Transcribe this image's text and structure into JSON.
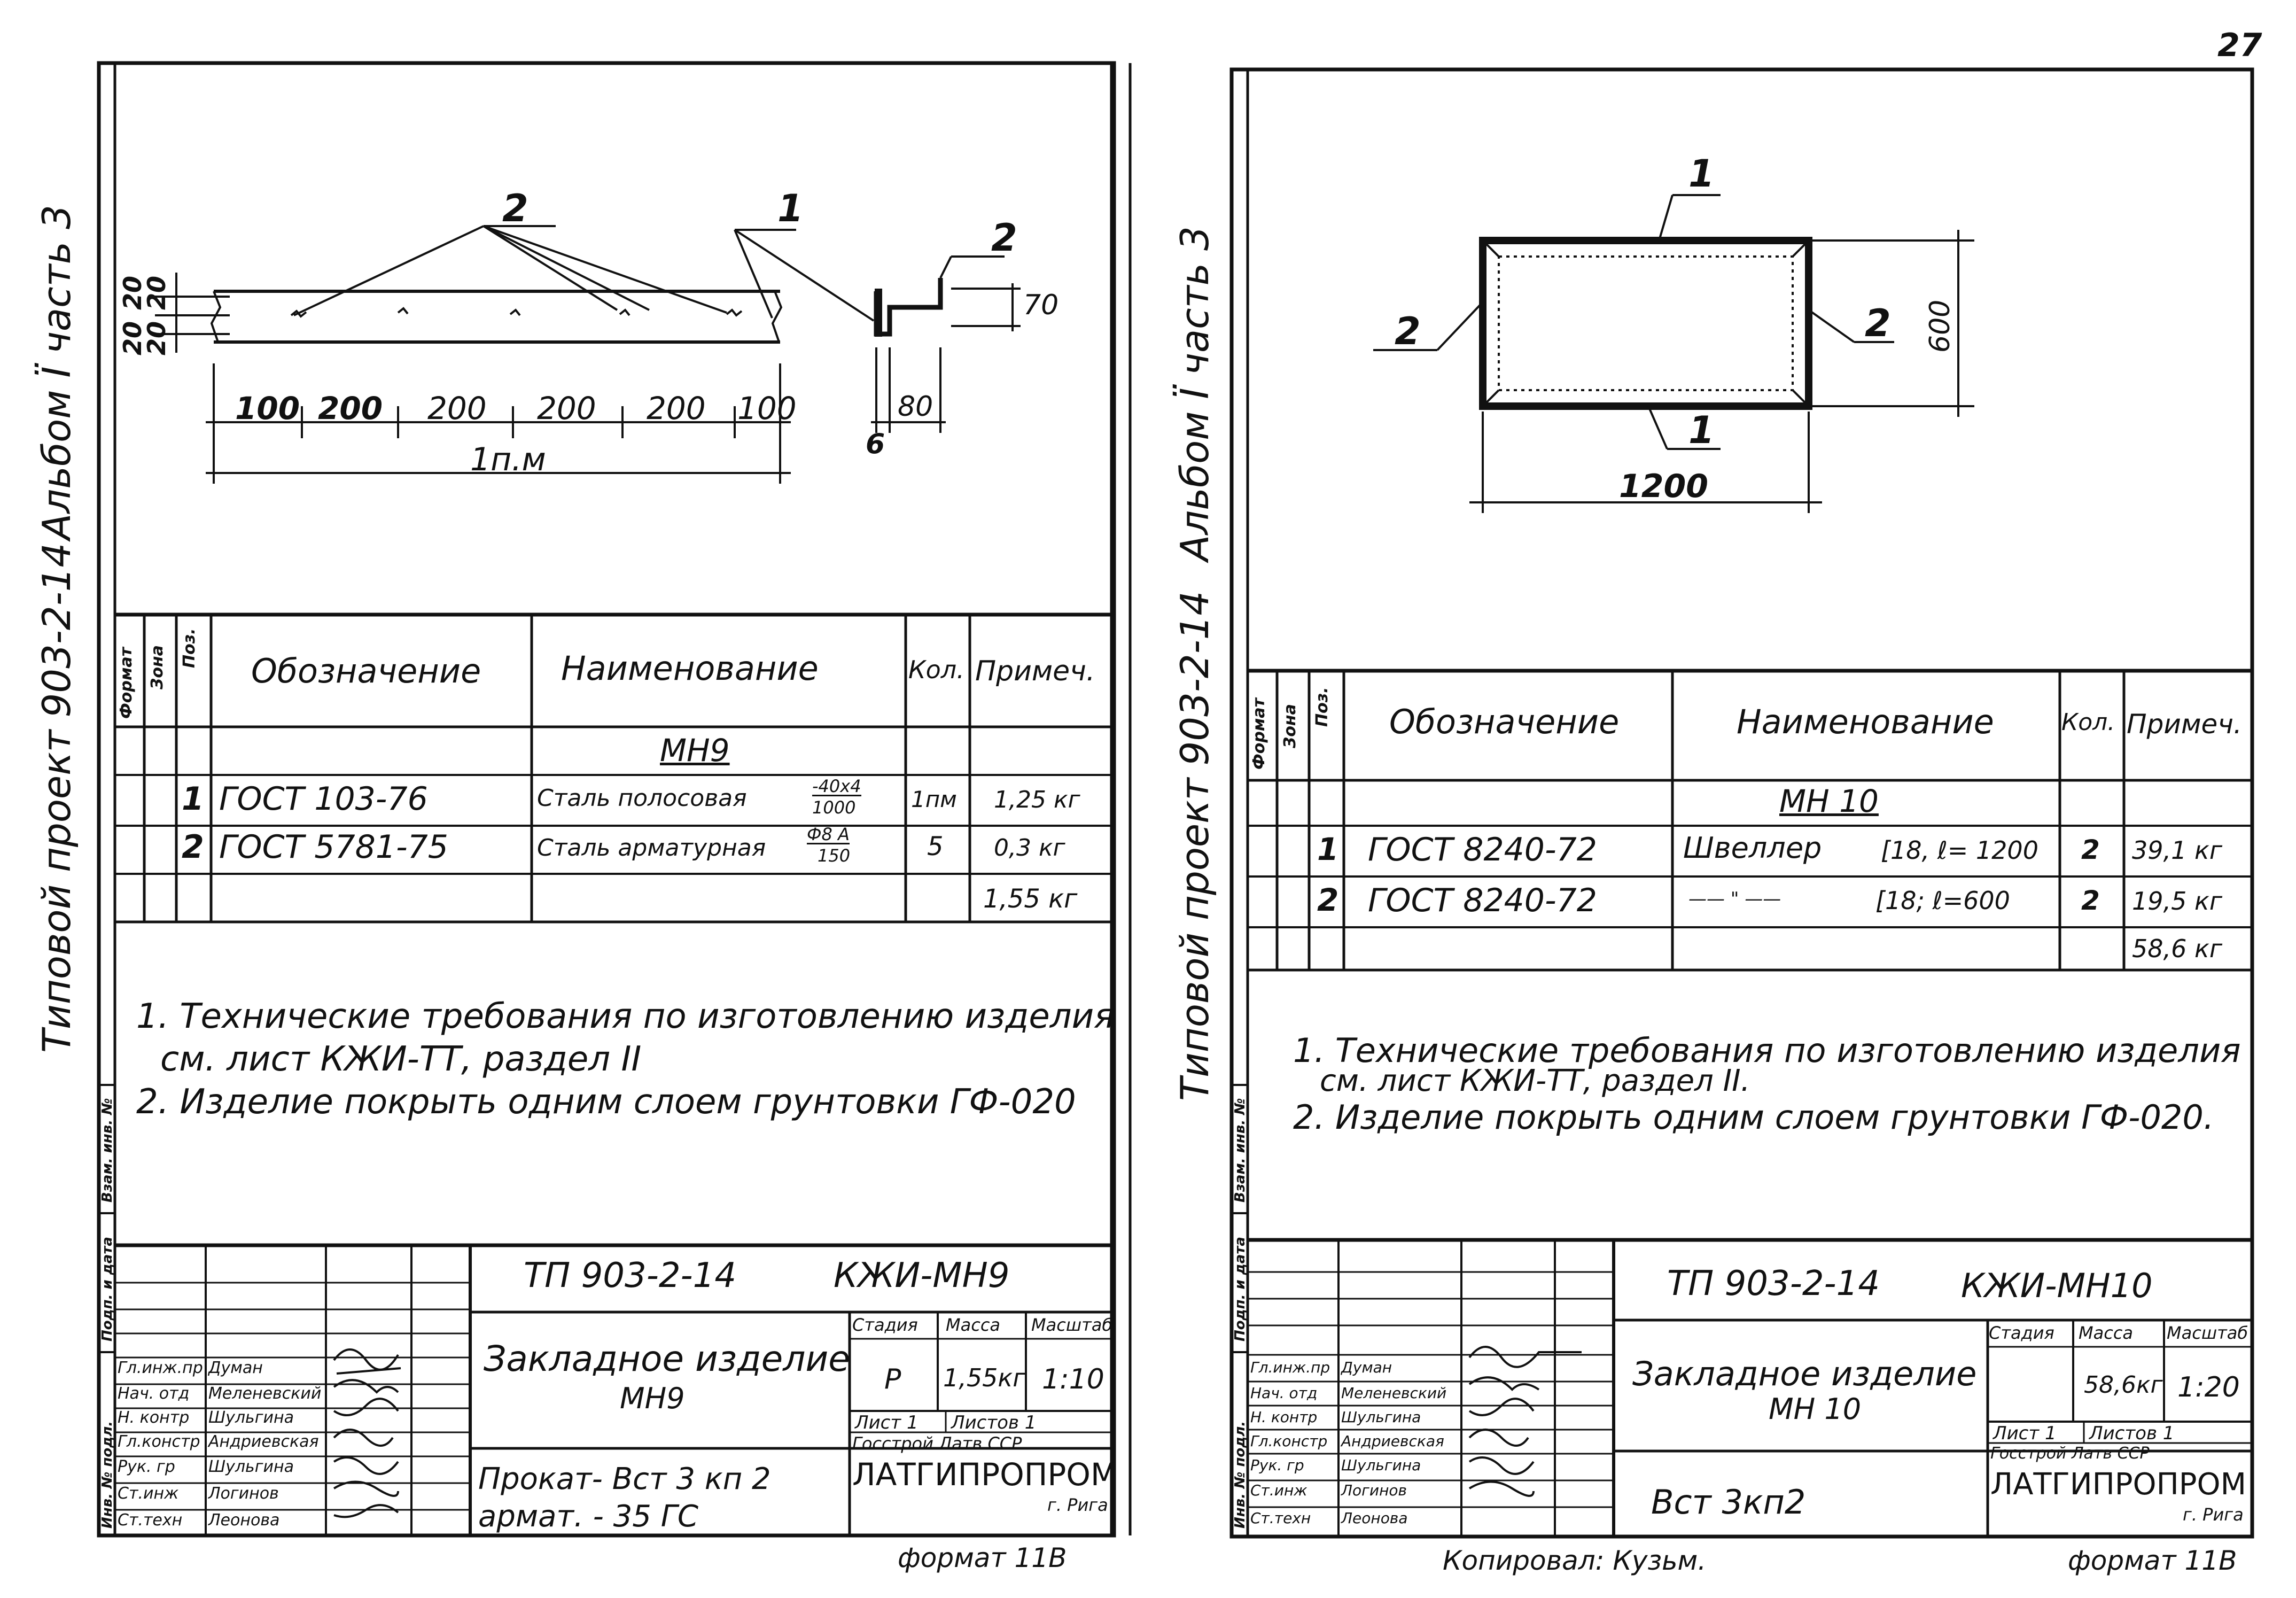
{
  "page_number": "27",
  "format_label": "формат 11В",
  "copied_by": "Копировал: Кузьм.",
  "left_sheet": {
    "side_title": "Типовой проект 903-2-14",
    "side_album": "Альбом Ї часть 3",
    "drawing": {
      "callouts": [
        "2",
        "1",
        "2"
      ],
      "dims_left": [
        "20",
        "20",
        "20",
        "20"
      ],
      "dims_bottom": [
        "100",
        "200",
        "200",
        "200",
        "200",
        "100"
      ],
      "length_label": "1п.м",
      "profile_dims": [
        "70",
        "80",
        "6"
      ]
    },
    "spec": {
      "headers": {
        "format": "Формат",
        "zone": "Зона",
        "pos": "Поз.",
        "designation": "Обозначение",
        "name": "Наименование",
        "qty": "Кол.",
        "note": "Примеч."
      },
      "group": "МН9",
      "rows": [
        {
          "pos": "1",
          "designation": "ГОСТ 103-76",
          "name": "Сталь полосовая",
          "spec_top": "-40х4",
          "spec_bottom": "1000",
          "qty": "1пм",
          "note": "1,25 кг"
        },
        {
          "pos": "2",
          "designation": "ГОСТ 5781-75",
          "name": "Сталь арматурная",
          "spec_top": "Ф8 А",
          "spec_bottom": "150",
          "qty": "5",
          "note": "0,3 кг"
        }
      ],
      "total": "1,55 кг"
    },
    "notes": [
      "1. Технические требования по изготовлению изделия",
      "см. лист КЖИ-ТТ, раздел ІІ",
      "2. Изделие покрыть одним слоем грунтовки ГФ-020"
    ],
    "side_stamp": [
      "Инв. № подл.",
      "Подп. и дата",
      "Взам. инв. №"
    ],
    "title_block": {
      "code": "ТП 903-2-14",
      "sheet_code": "КЖИ-МН9",
      "title_line1": "Закладное изделие",
      "title_line2": "МН9",
      "headers": {
        "stage": "Стадия",
        "mass": "Масса",
        "scale": "Масштаб"
      },
      "stage": "Р",
      "mass": "1,55кг",
      "scale": "1:10",
      "sheet": "Лист 1",
      "sheets": "Листов 1",
      "material_line1": "Прокат- Вст 3 кп 2",
      "material_line2": "армат. - 35 ГС",
      "org_line1": "Госстрой Латв ССР",
      "org_line2": "ЛАТГИПРОПРОМ",
      "org_line3": "г. Рига",
      "signatures": [
        {
          "role": "Гл.инж.пр",
          "name": "Думан"
        },
        {
          "role": "Нач. отд",
          "name": "Меленевский"
        },
        {
          "role": "Н. контр",
          "name": "Шульгина"
        },
        {
          "role": "Гл.констр",
          "name": "Андриевская"
        },
        {
          "role": "Рук. гр",
          "name": "Шульгина"
        },
        {
          "role": "Ст.инж",
          "name": "Логинов"
        },
        {
          "role": "Ст.техн",
          "name": "Леонова"
        }
      ]
    }
  },
  "right_sheet": {
    "side_title": "Типовой проект 903-2-14",
    "side_album": "Альбом Ї часть 3",
    "drawing": {
      "callouts": [
        "1",
        "2",
        "2",
        "1"
      ],
      "dim_height": "600",
      "dim_width": "1200"
    },
    "spec": {
      "headers": {
        "format": "Формат",
        "zone": "Зона",
        "pos": "Поз.",
        "designation": "Обозначение",
        "name": "Наименование",
        "qty": "Кол.",
        "note": "Примеч."
      },
      "group": "МН 10",
      "rows": [
        {
          "pos": "1",
          "designation": "ГОСТ 8240-72",
          "name": "Швеллер",
          "param": "[18, ℓ= 1200",
          "qty": "2",
          "note": "39,1 кг"
        },
        {
          "pos": "2",
          "designation": "ГОСТ 8240-72",
          "name": "—— \" ——",
          "param": "[18; ℓ=600",
          "qty": "2",
          "note": "19,5 кг"
        }
      ],
      "total": "58,6 кг"
    },
    "notes": [
      "1. Технические требования по изготовлению изделия",
      "см. лист КЖИ-ТТ, раздел ІІ.",
      "2. Изделие покрыть одним слоем грунтовки ГФ-020."
    ],
    "side_stamp": [
      "Инв. № подл.",
      "Подп. и дата",
      "Взам. инв. №"
    ],
    "title_block": {
      "code": "ТП 903-2-14",
      "sheet_code": "КЖИ-МН10",
      "title_line1": "Закладное изделие",
      "title_line2": "МН 10",
      "headers": {
        "stage": "Стадия",
        "mass": "Масса",
        "scale": "Масштаб"
      },
      "stage": "",
      "mass": "58,6кг",
      "scale": "1:20",
      "sheet": "Лист 1",
      "sheets": "Листов 1",
      "material_line1": "Вст 3кп2",
      "org_line1": "Госстрой Латв ССР",
      "org_line2": "ЛАТГИПРОПРОМ",
      "org_line3": "г. Рига",
      "signatures": [
        {
          "role": "Гл.инж.пр",
          "name": "Думан"
        },
        {
          "role": "Нач. отд",
          "name": "Меленевский"
        },
        {
          "role": "Н. контр",
          "name": "Шульгина"
        },
        {
          "role": "Гл.констр",
          "name": "Андриевская"
        },
        {
          "role": "Рук. гр",
          "name": "Шульгина"
        },
        {
          "role": "Ст.инж",
          "name": "Логинов"
        },
        {
          "role": "Ст.техн",
          "name": "Леонова"
        }
      ]
    }
  }
}
